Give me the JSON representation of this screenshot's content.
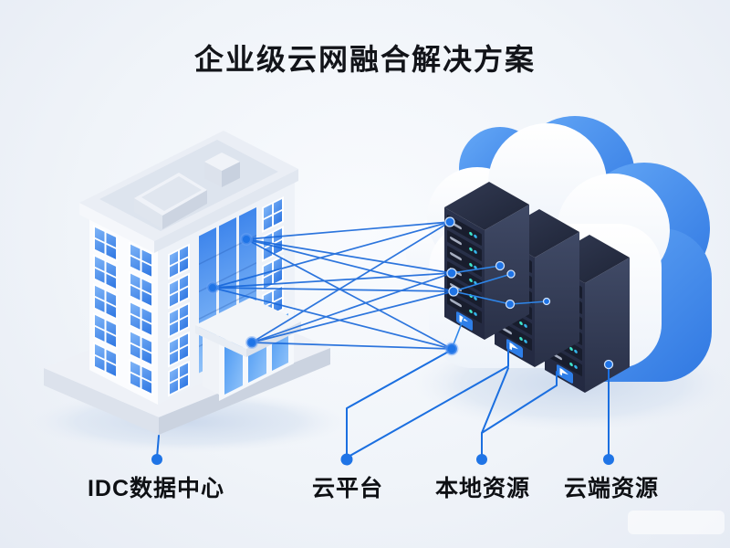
{
  "title": "企业级云网融合解决方案",
  "nodes": [
    {
      "id": "idc",
      "label": "IDC数据中心",
      "icon": "office-building-icon"
    },
    {
      "id": "cloud-platform",
      "label": "云平台",
      "icon": "server-rack-icon"
    },
    {
      "id": "local-resources",
      "label": "本地资源",
      "icon": "server-rack-icon"
    },
    {
      "id": "cloud-resources",
      "label": "云端资源",
      "icon": "cloud-icon"
    }
  ],
  "connections": [
    {
      "from": "IDC数据中心",
      "to": "云平台",
      "style": "mesh"
    },
    {
      "from": "IDC数据中心",
      "to": "本地资源",
      "style": "mesh"
    },
    {
      "from": "IDC数据中心",
      "to": "云端资源",
      "style": "mesh"
    }
  ],
  "colors": {
    "accent_blue": "#1b6fe0",
    "mesh_line_blue": "#1767da",
    "window_blue": "#2b74e2",
    "cloud_blue": "#4a90f0",
    "server_navy": "#262d42",
    "indicator_teal": "#3ee6cc",
    "background": "#eef2f8",
    "text": "#121419"
  },
  "watermark": {
    "present": true,
    "text": ""
  }
}
